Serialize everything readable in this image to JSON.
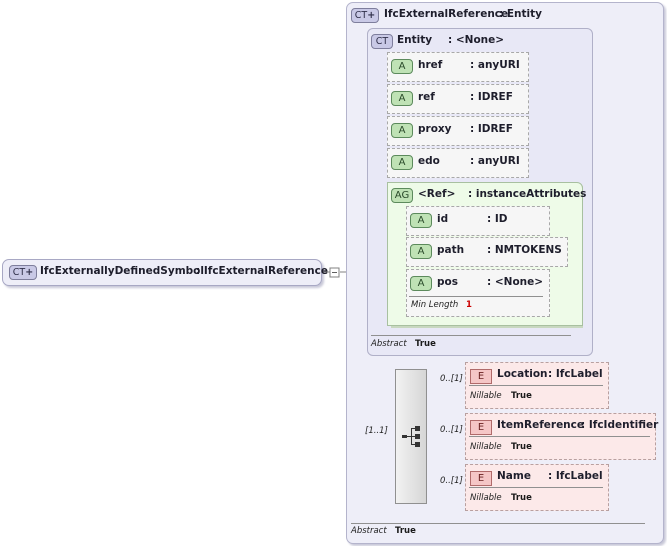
{
  "root": {
    "badge": "CT",
    "name": "IfcExternallyDefinedSymbol",
    "type": ": IfcExternalReference"
  },
  "outer": {
    "badge": "CT",
    "name": "IfcExternalReference",
    "type": ": Entity",
    "abstract_label": "Abstract",
    "abstract_value": "True"
  },
  "inner": {
    "badge": "CT",
    "name": "Entity",
    "type": ": <None>",
    "abstract_label": "Abstract",
    "abstract_value": "True"
  },
  "attributes": [
    {
      "badge": "A",
      "name": "href",
      "type": ": anyURI"
    },
    {
      "badge": "A",
      "name": "ref",
      "type": ": IDREF"
    },
    {
      "badge": "A",
      "name": "proxy",
      "type": ": IDREF"
    },
    {
      "badge": "A",
      "name": "edo",
      "type": ": anyURI"
    }
  ],
  "attribute_group": {
    "badge": "AG",
    "name": "<Ref>",
    "type": ": instanceAttributes",
    "attributes": [
      {
        "badge": "A",
        "name": "id",
        "type": ": ID"
      },
      {
        "badge": "A",
        "name": "path",
        "type": ": NMTOKENS"
      },
      {
        "badge": "A",
        "name": "pos",
        "type": ": <None>",
        "facet_label": "Min Length",
        "facet_value": "1"
      }
    ]
  },
  "sequence": {
    "cardinality": "[1..1]"
  },
  "elements": [
    {
      "badge": "E",
      "name": "Location",
      "type": ": IfcLabel",
      "cardinality": "0..[1]",
      "nillable_label": "Nillable",
      "nillable_value": "True"
    },
    {
      "badge": "E",
      "name": "ItemReference",
      "type": ": IfcIdentifier",
      "cardinality": "0..[1]",
      "nillable_label": "Nillable",
      "nillable_value": "True"
    },
    {
      "badge": "E",
      "name": "Name",
      "type": ": IfcLabel",
      "cardinality": "0..[1]",
      "nillable_label": "Nillable",
      "nillable_value": "True"
    }
  ],
  "colors": {
    "complex_type_fill": "#eeeef8",
    "attribute_badge": "#bfe2b5",
    "element_fill": "#fce9e9"
  }
}
